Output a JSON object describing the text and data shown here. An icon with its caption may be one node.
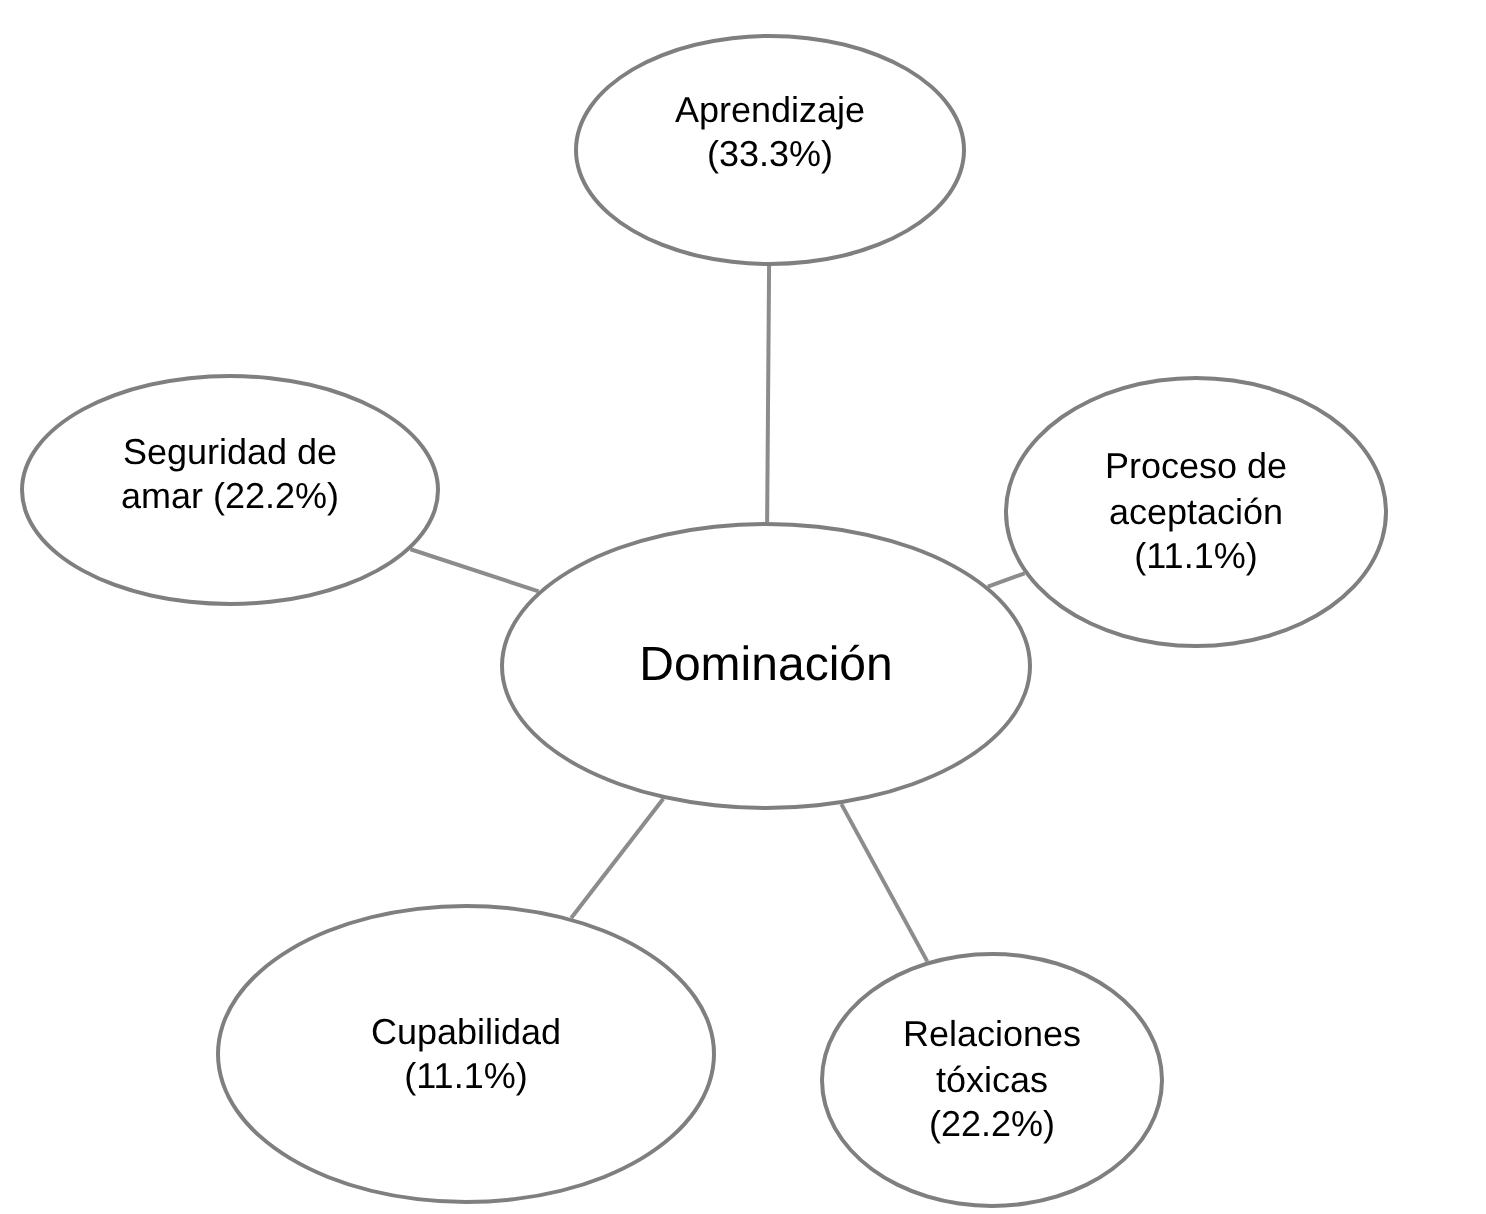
{
  "diagram": {
    "nodes": [
      {
        "text": [
          "Aprendizaje (33.3%)"
        ]
      },
      {
        "text": [
          "Seguridad de amar (22.2%)"
        ]
      },
      {
        "text": [
          "Proceso de aceptación (11.1%)"
        ]
      },
      {
        "text": [
          "Dominación"
        ]
      },
      {
        "text": [
          "Cupabilidad (11.1%)"
        ]
      },
      {
        "text": [
          "Relaciones tóxicas (22.2%)"
        ]
      }
    ],
    "edges": [
      {
        "from": 3,
        "to": 0,
        "arrow": "none"
      },
      {
        "from": 3,
        "to": 1,
        "arrow": "none"
      },
      {
        "from": 3,
        "to": 2,
        "arrow": "none"
      },
      {
        "from": 3,
        "to": 4,
        "arrow": "none"
      },
      {
        "from": 3,
        "to": 5,
        "arrow": "none"
      }
    ]
  }
}
